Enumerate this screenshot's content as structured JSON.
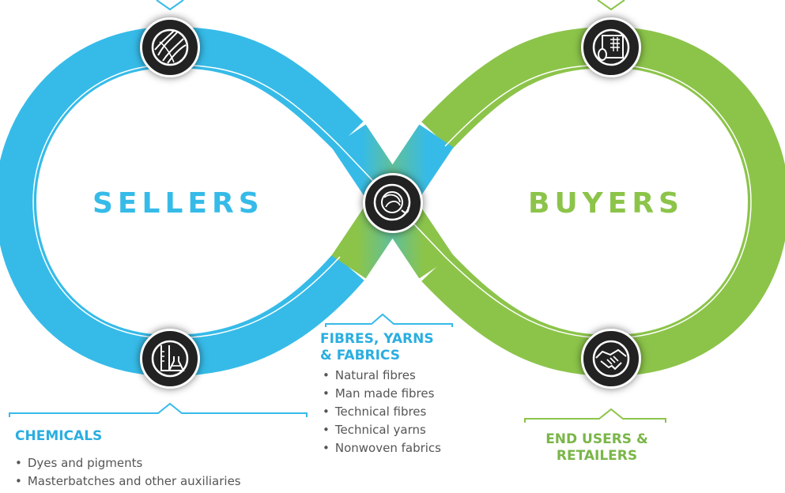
{
  "diagram": {
    "sellers_label": "SELLERS",
    "buyers_label": "BUYERS",
    "colors": {
      "sellers_blue": "#36bbe8",
      "buyers_green": "#8cc44a",
      "heading_blue": "#2aaee0",
      "heading_green": "#7ab648",
      "icon_background": "#222222"
    }
  },
  "icons": [
    {
      "name": "fibre-strands-icon",
      "position": "top-left"
    },
    {
      "name": "fabric-roll-icon",
      "position": "top-right"
    },
    {
      "name": "yarn-ball-icon",
      "position": "center"
    },
    {
      "name": "lab-flask-icon",
      "position": "bottom-left"
    },
    {
      "name": "handshake-icon",
      "position": "bottom-right"
    }
  ],
  "chemicals": {
    "heading": "CHEMICALS",
    "items": [
      "Dyes and pigments",
      "Masterbatches and other auxiliaries"
    ]
  },
  "fibres": {
    "heading_line1": "FIBRES, YARNS",
    "heading_line2": "& FABRICS",
    "items": [
      "Natural fibres",
      "Man made fibres",
      "Technical fibres",
      "Technical yarns",
      "Nonwoven fabrics"
    ]
  },
  "end_users": {
    "heading_line1": "END USERS &",
    "heading_line2": "RETAILERS"
  }
}
